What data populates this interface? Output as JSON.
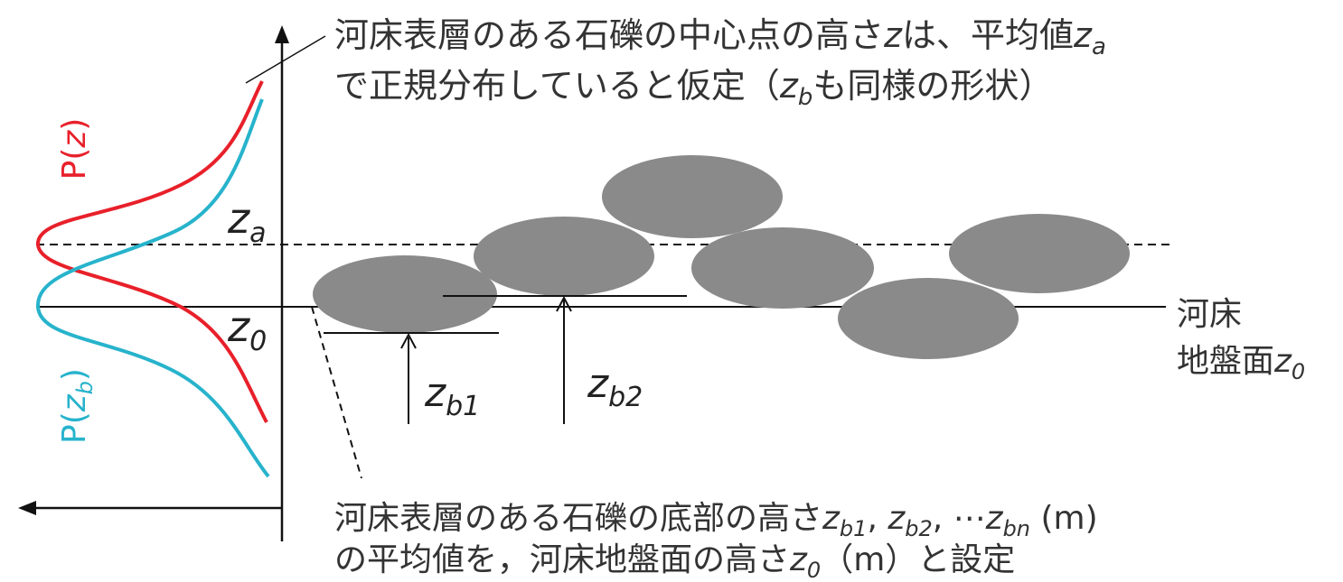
{
  "annotations": {
    "top": {
      "line1_text": "河床表層のある石礫の中心点の高さ",
      "line1_var": "z",
      "line1_mid": "は、平均値",
      "line1_var2": "z",
      "line1_sub2": "a",
      "line2_pre": "で正規分布していると仮定（",
      "line2_var": "z",
      "line2_sub": "b",
      "line2_post": "も同様の形状）"
    },
    "bottom": {
      "line1_pre": "河床表層のある石礫の底部の高さ",
      "v1": "z",
      "s1": "b1",
      "sep1": ",",
      "v2": "z",
      "s2": "b2",
      "sep2": ", ⋯",
      "v3": "z",
      "s3": "bn",
      "unit1": "(m)",
      "line2_pre": "の平均値を，河床地盤面の高さ",
      "v4": "z",
      "s4": "0",
      "unit2": "（m）",
      "line2_post": "と設定"
    },
    "right_label": {
      "line1": "河床",
      "line2": "地盤面",
      "var": "z",
      "sub": "0"
    }
  },
  "curves": {
    "pz": {
      "label_pre": "P(",
      "label_var": "z",
      "label_post": ")",
      "color": "#e8202a"
    },
    "pzb": {
      "label_pre": "P(",
      "label_var": "z",
      "label_sub": "b",
      "label_post": ")",
      "color": "#27b3cc"
    }
  },
  "axis_labels": {
    "za_var": "z",
    "za_sub": "a",
    "z0_var": "z",
    "z0_sub": "0"
  },
  "arrows": {
    "zb1_var": "z",
    "zb1_sub": "b1",
    "zb2_var": "z",
    "zb2_sub": "b2"
  },
  "colors": {
    "stone": "#8a8a8a",
    "line": "#111111"
  }
}
